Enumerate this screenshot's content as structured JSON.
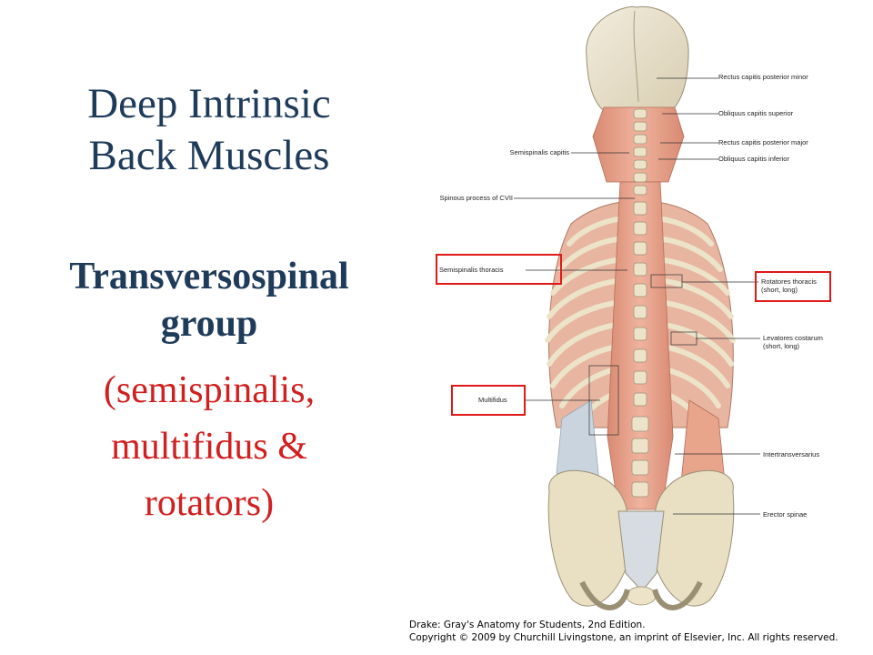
{
  "slide": {
    "title_line1": "Deep Intrinsic",
    "title_line2": "Back Muscles",
    "group_line1": "Transversospinal",
    "group_line2": "group",
    "members_line1": "(semispinalis,",
    "members_line2": "multifidus &",
    "members_line3": "rotators)"
  },
  "figure": {
    "labels_right": [
      "Rectus capitis posterior minor",
      "Obliquus capitis superior",
      "Rectus capitis posterior major",
      "Obliquus capitis inferior",
      "Rotatores thoracis",
      "(short, long)",
      "Levatores costarum",
      "(short, long)",
      "Intertransversarius",
      "Erector spinae"
    ],
    "labels_left": [
      "Semispinalis capitis",
      "Spinous process of CVII",
      "Semispinalis thoracis",
      "Multifidus"
    ],
    "highlighted": [
      "Semispinalis thoracis",
      "Rotatores thoracis",
      "Multifidus"
    ],
    "highlight_color": "#e01818",
    "bone_color": "#ece3c8",
    "muscle_color": "#e9a48c"
  },
  "caption": {
    "line1": "Drake: Gray's Anatomy for Students, 2nd Edition.",
    "line2": "Copyright © 2009 by Churchill Livingstone, an imprint of Elsevier, Inc. All rights reserved."
  }
}
